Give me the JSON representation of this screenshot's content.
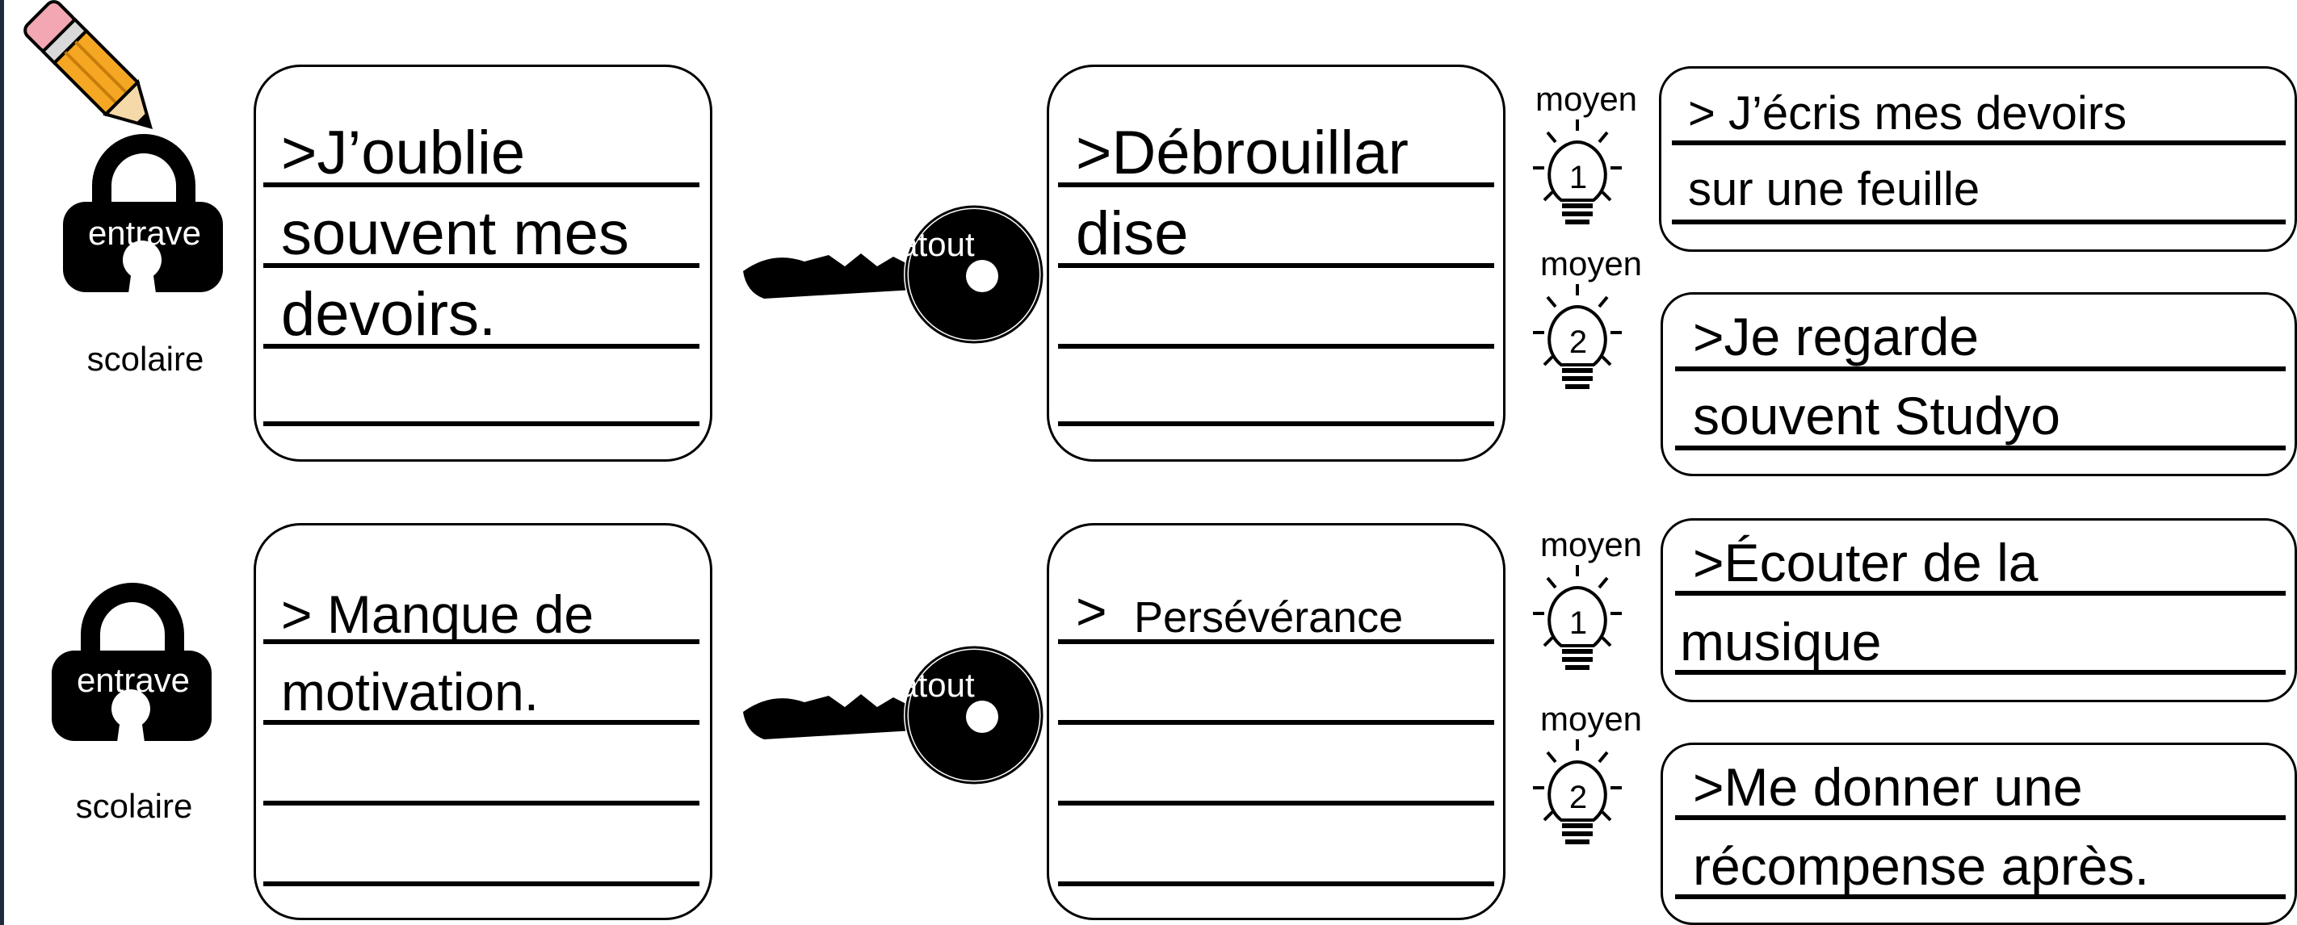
{
  "labels": {
    "entrave": "entrave",
    "scolaire": "scolaire",
    "atout": "atout",
    "moyen": "moyen"
  },
  "rows": [
    {
      "entrave_lines": [
        ">J’oublie",
        "souvent mes",
        "devoirs.",
        ""
      ],
      "atout_lines": [
        ">Débrouillar",
        "dise",
        "",
        ""
      ],
      "moyens": [
        {
          "number": "1",
          "lines": [
            "> J’écris mes devoirs",
            "sur une feuille"
          ]
        },
        {
          "number": "2",
          "lines": [
            ">Je regarde",
            "souvent Studyo"
          ]
        }
      ]
    },
    {
      "entrave_lines": [
        "> Manque de",
        "motivation.",
        "",
        ""
      ],
      "atout_prefix": ">",
      "atout_lines": [
        "Persévérance",
        "",
        "",
        ""
      ],
      "moyens": [
        {
          "number": "1",
          "lines": [
            ">Écouter de la",
            "musique"
          ]
        },
        {
          "number": "2",
          "lines": [
            ">Me donner une",
            "récompense après."
          ]
        }
      ]
    }
  ]
}
